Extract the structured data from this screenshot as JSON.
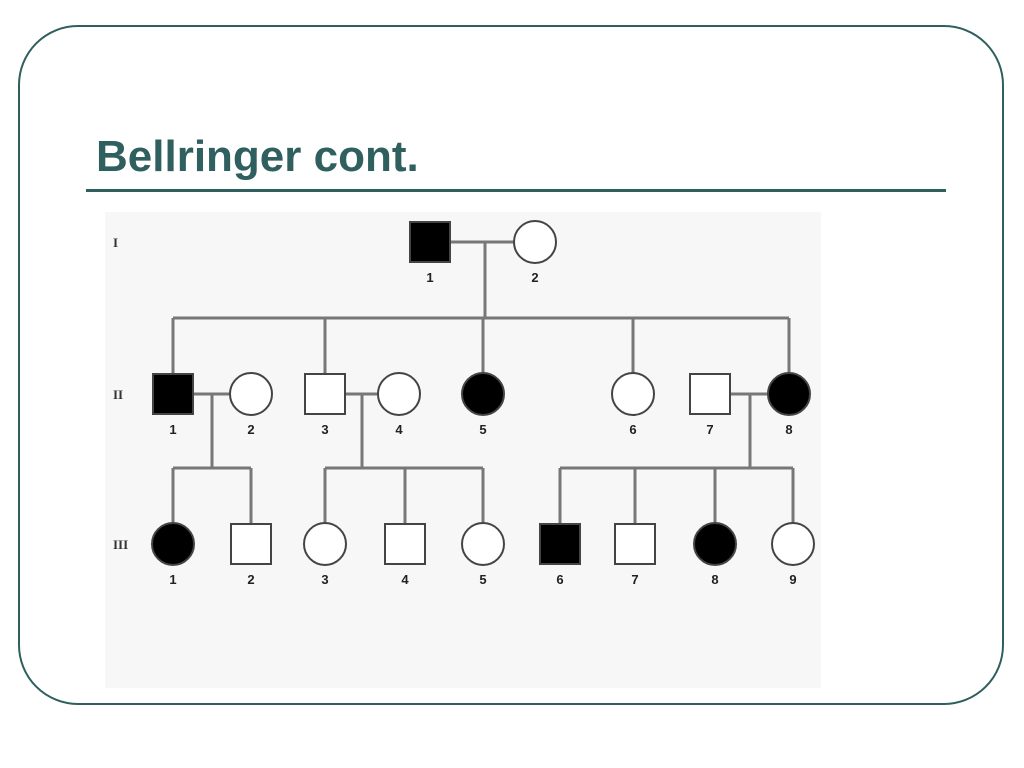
{
  "slide": {
    "title": "Bellringer cont."
  },
  "colors": {
    "accent": "#2f5f5e",
    "affected_fill": "#000000",
    "unaffected_fill": "#ffffff"
  },
  "pedigree": {
    "generations": [
      {
        "label": "I",
        "members": [
          {
            "number": "1",
            "sex": "male",
            "affected": true
          },
          {
            "number": "2",
            "sex": "female",
            "affected": false
          }
        ]
      },
      {
        "label": "II",
        "members": [
          {
            "number": "1",
            "sex": "male",
            "affected": true
          },
          {
            "number": "2",
            "sex": "female",
            "affected": false
          },
          {
            "number": "3",
            "sex": "male",
            "affected": false
          },
          {
            "number": "4",
            "sex": "female",
            "affected": false
          },
          {
            "number": "5",
            "sex": "female",
            "affected": true
          },
          {
            "number": "6",
            "sex": "female",
            "affected": false
          },
          {
            "number": "7",
            "sex": "male",
            "affected": false
          },
          {
            "number": "8",
            "sex": "female",
            "affected": true
          }
        ]
      },
      {
        "label": "III",
        "members": [
          {
            "number": "1",
            "sex": "female",
            "affected": true
          },
          {
            "number": "2",
            "sex": "male",
            "affected": false
          },
          {
            "number": "3",
            "sex": "female",
            "affected": false
          },
          {
            "number": "4",
            "sex": "male",
            "affected": false
          },
          {
            "number": "5",
            "sex": "female",
            "affected": false
          },
          {
            "number": "6",
            "sex": "male",
            "affected": true
          },
          {
            "number": "7",
            "sex": "male",
            "affected": false
          },
          {
            "number": "8",
            "sex": "female",
            "affected": true
          },
          {
            "number": "9",
            "sex": "female",
            "affected": false
          }
        ]
      }
    ]
  }
}
